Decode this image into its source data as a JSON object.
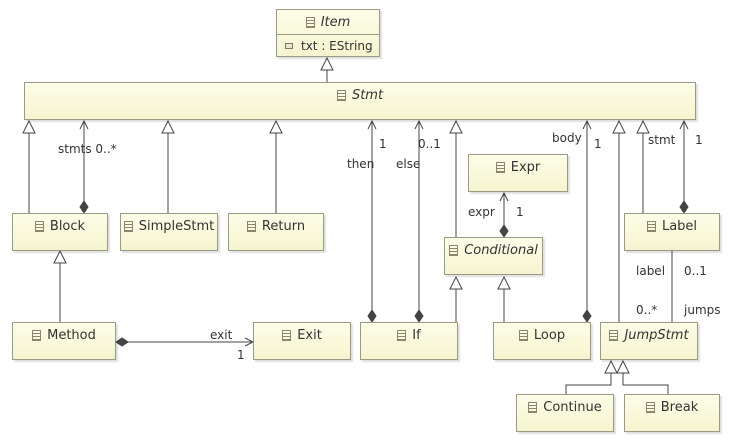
{
  "classes": {
    "item": {
      "name": "Item",
      "attr": "txt : EString"
    },
    "stmt": {
      "name": "Stmt"
    },
    "block": {
      "name": "Block"
    },
    "simplestmt": {
      "name": "SimpleStmt"
    },
    "return": {
      "name": "Return"
    },
    "expr": {
      "name": "Expr"
    },
    "conditional": {
      "name": "Conditional"
    },
    "label": {
      "name": "Label"
    },
    "method": {
      "name": "Method"
    },
    "exit": {
      "name": "Exit"
    },
    "if": {
      "name": "If"
    },
    "loop": {
      "name": "Loop"
    },
    "jumpstmt": {
      "name": "JumpStmt"
    },
    "continue": {
      "name": "Continue"
    },
    "break": {
      "name": "Break"
    }
  },
  "labels": {
    "stmts": "stmts 0..*",
    "then": "then",
    "then_mult": "1",
    "else": "else",
    "else_mult": "0..1",
    "body": "body",
    "body_mult": "1",
    "stmt": "stmt",
    "stmt_mult": "1",
    "expr": "expr",
    "expr_mult": "1",
    "exit": "exit",
    "exit_mult": "1",
    "label": "label",
    "label_mult": "0..1",
    "jumps": "jumps",
    "jumps_mult": "0..*"
  }
}
